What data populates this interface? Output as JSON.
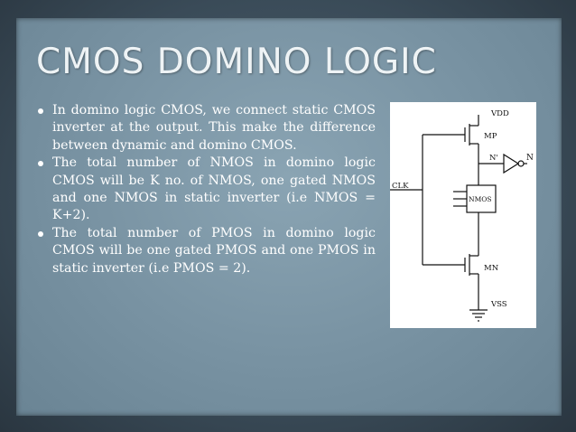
{
  "slide": {
    "title": "CMOS DOMINO LOGIC",
    "bullets": [
      "In domino logic CMOS, we connect static CMOS inverter at the output. This make the difference between dynamic and domino CMOS.",
      "The total number of NMOS in domino logic CMOS will be K no. of NMOS, one gated NMOS and one NMOS in static inverter (i.e NMOS = K+2).",
      "The total number of PMOS in domino logic CMOS will be one gated PMOS and one PMOS in static inverter (i.e PMOS = 2)."
    ]
  },
  "diagram": {
    "vdd_label": "VDD",
    "mp_label": "MP",
    "n_prime_label": "N'",
    "n_label": "N",
    "clk_label": "CLK",
    "nmos_label": "NMOS",
    "mn_label": "MN",
    "vss_label": "VSS"
  }
}
